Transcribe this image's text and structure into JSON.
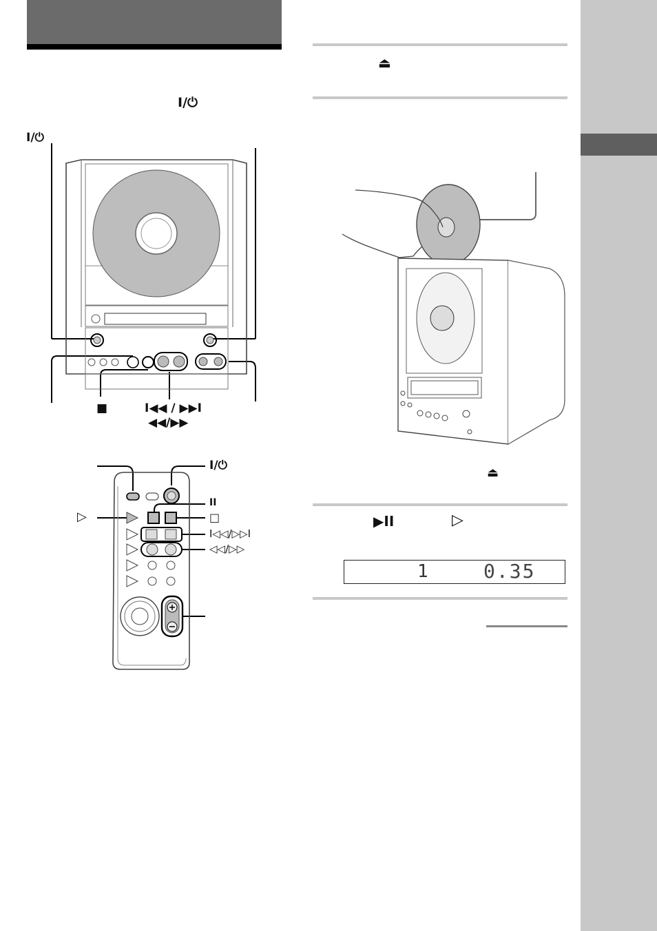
{
  "header": {
    "power_symbol": "I/⏻"
  },
  "unit_labels": {
    "power": "I/⏻",
    "stop": "■",
    "skip": "I◀◀ / ▶▶I",
    "search": "◀◀/▶▶"
  },
  "remote_labels": {
    "power": "I/⏻",
    "play": "▷",
    "pause": "II",
    "stop": "□",
    "skip": "I◁◁/▷▷I",
    "search": "◁◁/▷▷"
  },
  "steps": {
    "step1_symbol": "⏏",
    "step2_symbol": "⏏",
    "step3_play_pause": "▶II",
    "step3_remote_play": "▷"
  },
  "display": {
    "track": "1",
    "time": "0.35"
  },
  "colors": {
    "header_bar": "#6b6b6b",
    "side_tab": "#c8c8c8",
    "side_tab_marker": "#5f5f5f",
    "disc_gray": "#bdbdbd"
  }
}
